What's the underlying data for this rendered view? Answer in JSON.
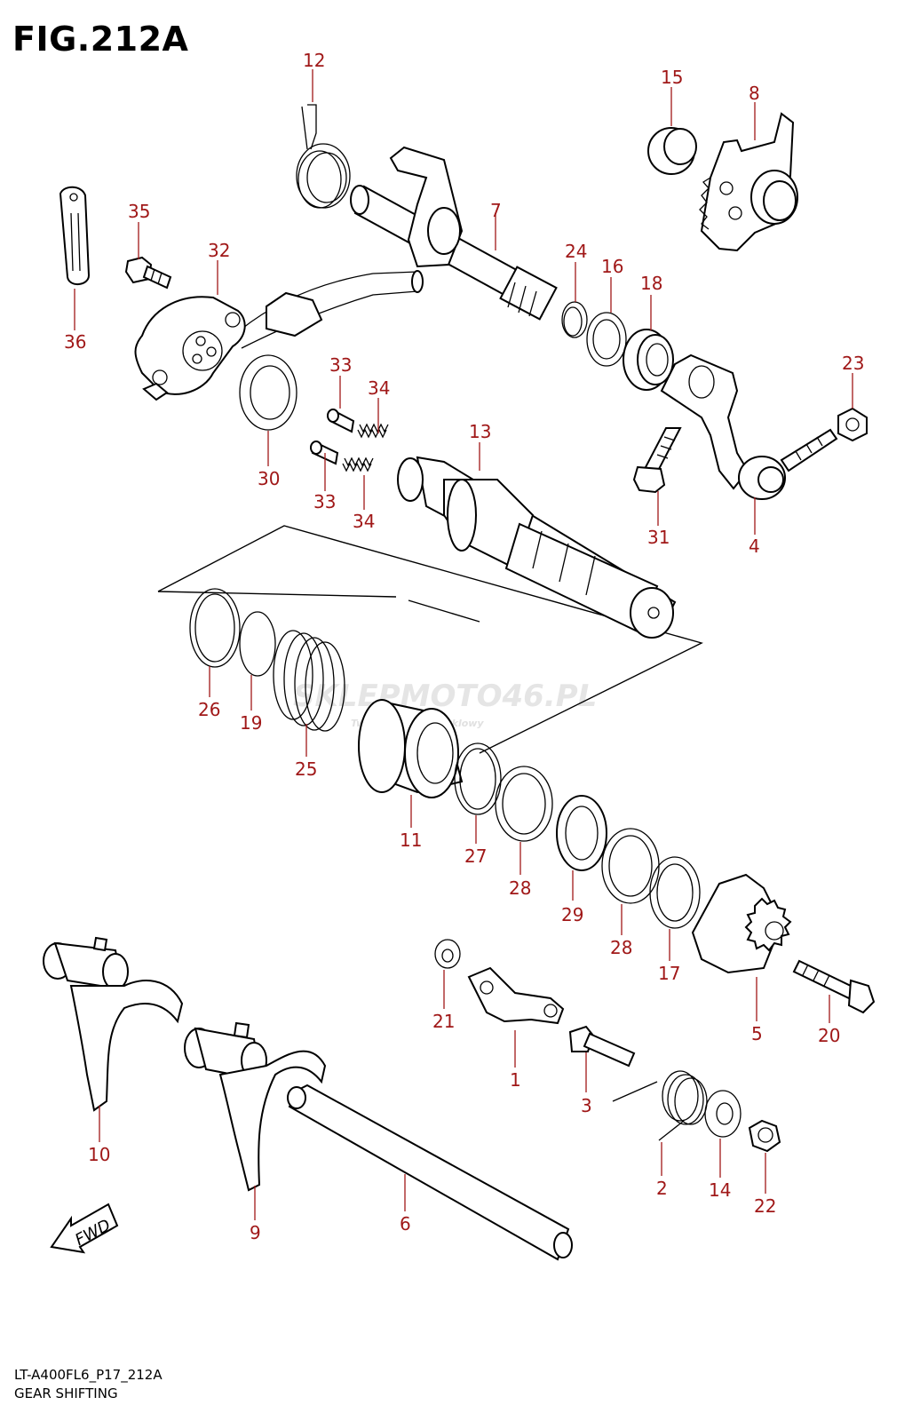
{
  "figure": {
    "title": "FIG.212A",
    "code": "LT-A400FL6_P17_212A",
    "section": "GEAR SHIFTING",
    "fwd_label": "FWD"
  },
  "watermark": {
    "brand": "SKLEPMOTO46.PL",
    "tagline": "Twój sklep motocyklowy"
  },
  "colors": {
    "callout": "#a01818",
    "line": "#000000",
    "watermark": "#d9d9d9"
  },
  "callouts": [
    {
      "id": "12",
      "label": "12"
    },
    {
      "id": "15",
      "label": "15"
    },
    {
      "id": "8",
      "label": "8"
    },
    {
      "id": "35",
      "label": "35"
    },
    {
      "id": "32",
      "label": "32"
    },
    {
      "id": "7",
      "label": "7"
    },
    {
      "id": "24",
      "label": "24"
    },
    {
      "id": "16",
      "label": "16"
    },
    {
      "id": "18",
      "label": "18"
    },
    {
      "id": "36",
      "label": "36"
    },
    {
      "id": "33a",
      "label": "33"
    },
    {
      "id": "34a",
      "label": "34"
    },
    {
      "id": "23",
      "label": "23"
    },
    {
      "id": "13",
      "label": "13"
    },
    {
      "id": "30",
      "label": "30"
    },
    {
      "id": "33b",
      "label": "33"
    },
    {
      "id": "34b",
      "label": "34"
    },
    {
      "id": "31",
      "label": "31"
    },
    {
      "id": "4",
      "label": "4"
    },
    {
      "id": "26",
      "label": "26"
    },
    {
      "id": "19",
      "label": "19"
    },
    {
      "id": "25",
      "label": "25"
    },
    {
      "id": "11",
      "label": "11"
    },
    {
      "id": "27",
      "label": "27"
    },
    {
      "id": "28a",
      "label": "28"
    },
    {
      "id": "29",
      "label": "29"
    },
    {
      "id": "28b",
      "label": "28"
    },
    {
      "id": "17",
      "label": "17"
    },
    {
      "id": "21",
      "label": "21"
    },
    {
      "id": "1",
      "label": "1"
    },
    {
      "id": "5",
      "label": "5"
    },
    {
      "id": "20",
      "label": "20"
    },
    {
      "id": "3",
      "label": "3"
    },
    {
      "id": "10",
      "label": "10"
    },
    {
      "id": "2",
      "label": "2"
    },
    {
      "id": "14",
      "label": "14"
    },
    {
      "id": "22",
      "label": "22"
    },
    {
      "id": "9",
      "label": "9"
    },
    {
      "id": "6",
      "label": "6"
    }
  ]
}
